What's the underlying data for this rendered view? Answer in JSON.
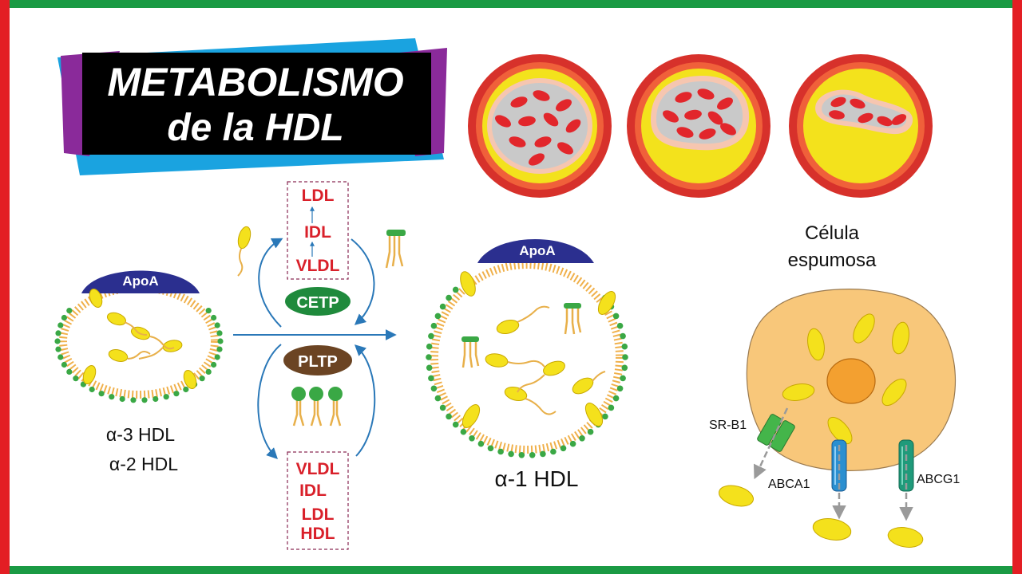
{
  "title": {
    "line1": "METABOLISMO",
    "line2": "de la HDL"
  },
  "colors": {
    "frame_green": "#1a9a44",
    "frame_red": "#e31e24",
    "title_bg": "#000000",
    "title_accent_blue": "#1aa3e0",
    "title_accent_purple": "#8a2a9a",
    "apoa": "#2b2f8f",
    "cetp": "#1f8a3c",
    "pltp": "#6b4423",
    "lipoprotein_text": "#d9202a",
    "arrow": "#2a78b8",
    "lipid": "#f4e11c",
    "phospholipid_head": "#3aa845",
    "cell": "#f8c77a",
    "artery_outer": "#e3452b",
    "plaque": "#f3e21c",
    "blood_cell": "#e2262b",
    "lumen": "#c9c9c9",
    "abca1": "#2a8fd0",
    "abcg1": "#1f9a7a",
    "srb1": "#44b54a"
  },
  "left_particle": {
    "apoa_label": "ApoA",
    "label_1": "α-3 HDL",
    "label_2": "α-2 HDL"
  },
  "right_particle": {
    "apoa_label": "ApoA",
    "label": "α-1 HDL"
  },
  "center": {
    "top_box": [
      "LDL",
      "IDL",
      "VLDL"
    ],
    "cetp": "CETP",
    "pltp": "PLTP",
    "bottom_box": [
      "VLDL",
      "IDL",
      "LDL",
      "HDL"
    ]
  },
  "foam_cell": {
    "title_1": "Célula",
    "title_2": "espumosa",
    "srb1": "SR-B1",
    "abca1": "ABCA1",
    "abcg1": "ABCG1"
  }
}
